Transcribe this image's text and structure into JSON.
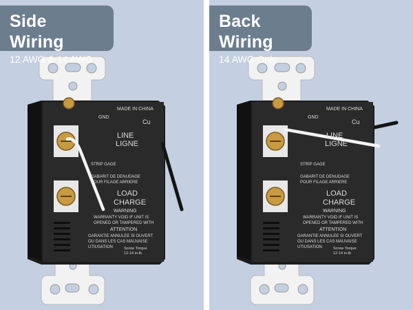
{
  "colors": {
    "background": "#c4d0e1",
    "label_bg": "#6c7d8e",
    "label_text": "#ffffff",
    "divider": "#ffffff",
    "outlet_body": "#2a2a2a",
    "outlet_text": "#dcdcdc",
    "strap": "#f2f2f2",
    "screw": "#c89a42",
    "wire_white": "#f4f4f4",
    "wire_black": "#151515"
  },
  "left": {
    "title": "Side Wiring",
    "subtitle": "12 AWG & 14 AWG"
  },
  "right": {
    "title": "Back Wiring",
    "subtitle": "14 AWG Only"
  },
  "outlet_text": {
    "made_in": "MADE IN CHINA",
    "gnd": "GND",
    "cu": "Cu",
    "line_en": "LINE",
    "line_fr": "LIGNE",
    "strip_gage": "STRIP GAGE",
    "gage_fr_1": "GABARIT DE DENUDAGE",
    "gage_fr_2": "POUR FILAGE ARRIERE",
    "load_en": "LOAD",
    "load_fr": "CHARGE",
    "warning": "WARNING",
    "warn_en_1": "WARRANTY VOID IF UNIT IS",
    "warn_en_2": "OPENED OR TAMPERED WITH",
    "attention": "ATTENTION",
    "warn_fr_1": "GARANTIE ANNULEE SI OUVERT",
    "warn_fr_2": "OU DANS LES CAS MAUVAISE",
    "warn_fr_3": "UTIUSATION",
    "torque_1": "Screw Torque",
    "torque_2": "12-14 in-lb"
  }
}
